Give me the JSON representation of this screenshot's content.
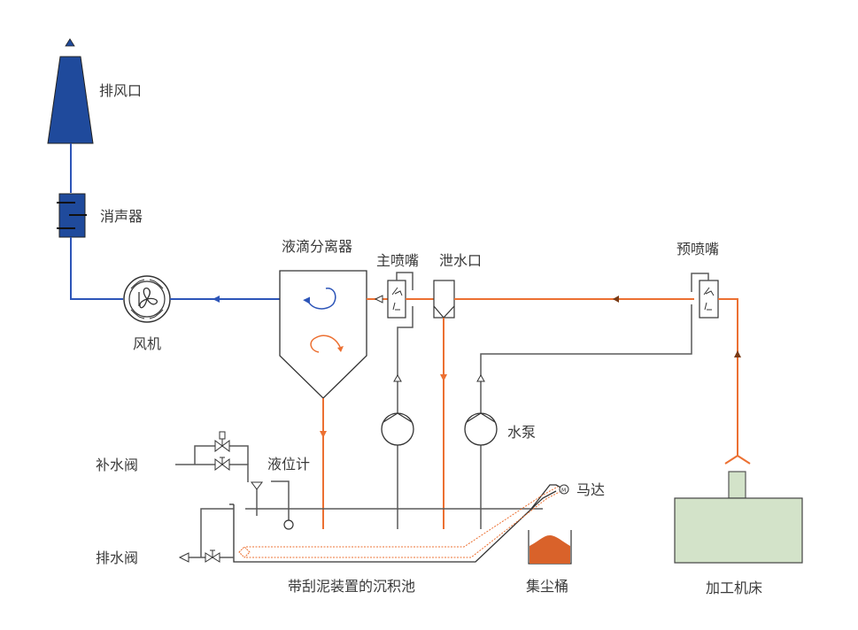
{
  "diagram": {
    "title": "湿式除尘系统流程图",
    "colors": {
      "air": "#2d55b8",
      "dark_blue_fill": "#1f4a9c",
      "water": "#ec7032",
      "pipe": "#5a5a5a",
      "machine_fill": "#d3e3c9",
      "dust_fill": "#d9622a"
    },
    "labels": {
      "exhaust_outlet": "排风口",
      "silencer": "消声器",
      "fan": "风机",
      "droplet_separator": "液滴分离器",
      "main_nozzle": "主喷嘴",
      "drain_port": "泄水口",
      "pre_nozzle": "预喷嘴",
      "water_pump": "水泵",
      "makeup_valve": "补水阀",
      "level_gauge": "液位计",
      "motor": "马达",
      "drain_valve": "排水阀",
      "settling_tank": "带刮泥装置的沉积池",
      "dust_bucket": "集尘桶",
      "machine_tool": "加工机床",
      "motor_symbol": "M"
    }
  }
}
